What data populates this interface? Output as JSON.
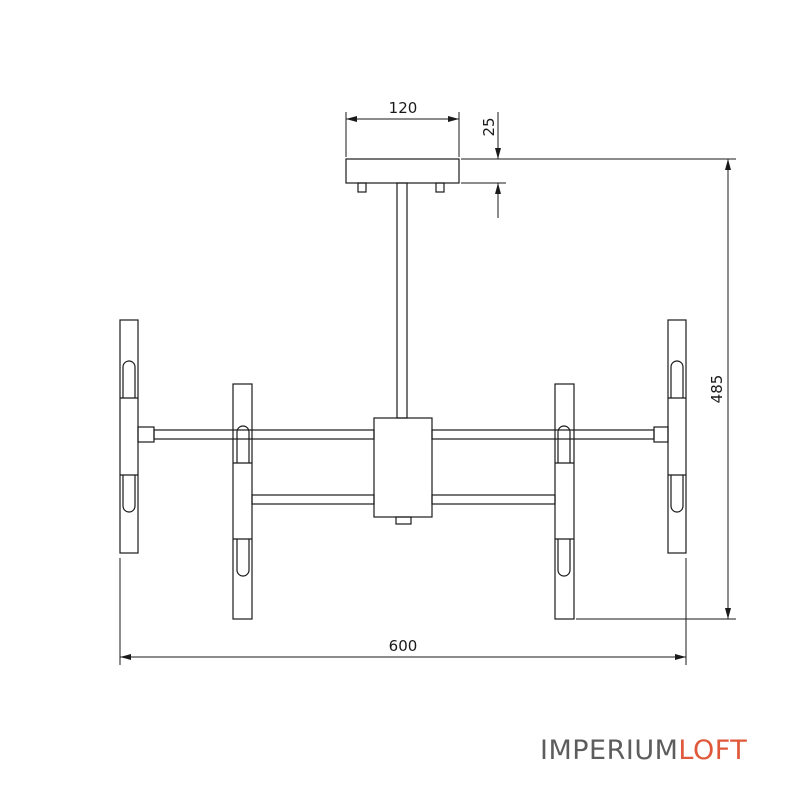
{
  "dimensions": {
    "canopy_width": "120",
    "canopy_height": "25",
    "total_height": "485",
    "total_width": "600"
  },
  "brand": {
    "part1": "IMPERIUM",
    "part2": "LOFT",
    "color_primary": "#5d5d5d",
    "color_accent": "#e0583a"
  },
  "colors": {
    "line": "#1a1a1a"
  }
}
